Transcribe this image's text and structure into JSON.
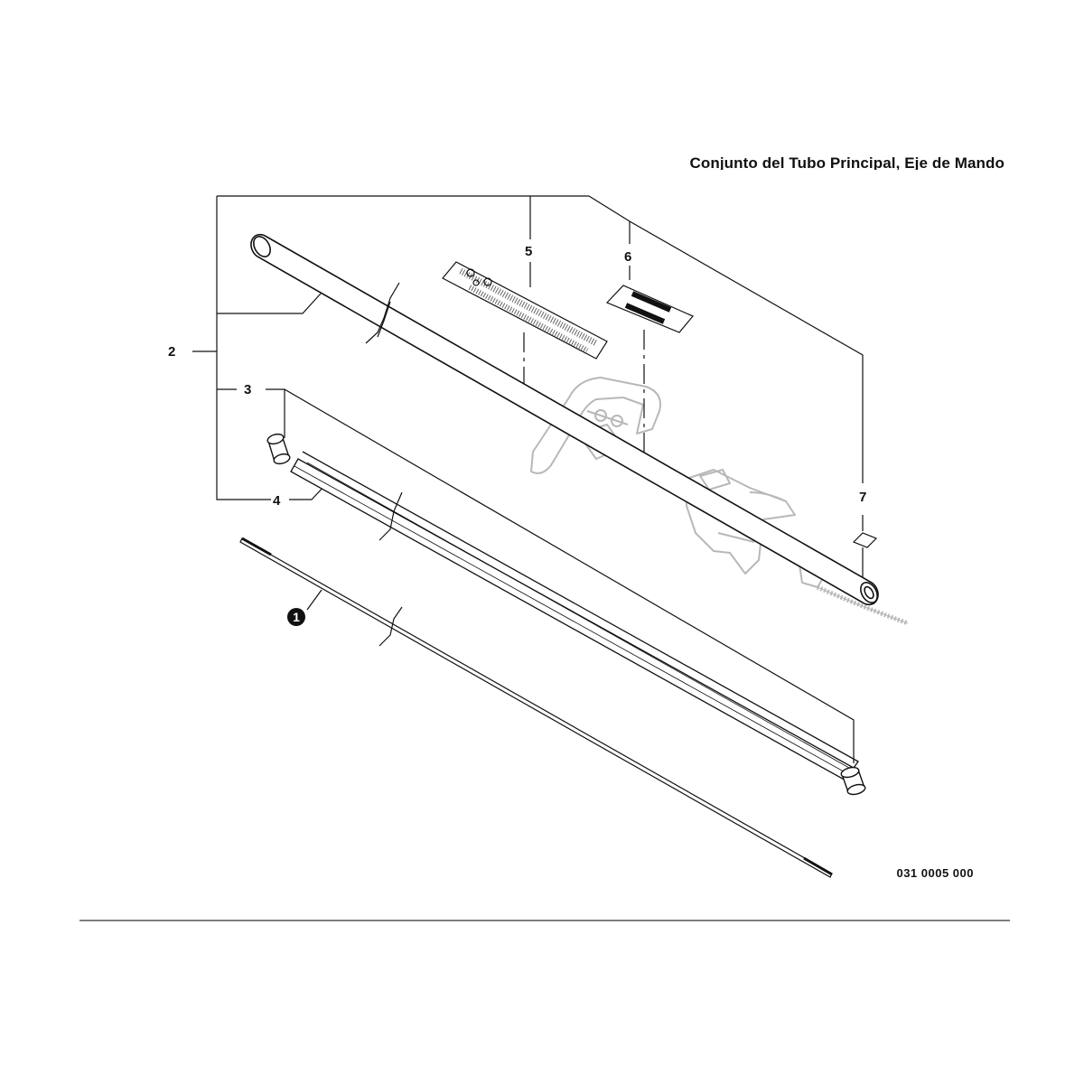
{
  "header": {
    "title": "Conjunto del Tubo Principal, Eje de Mando"
  },
  "footer": {
    "catalog_number": "031 0005 000"
  },
  "callouts": [
    {
      "id": "1",
      "label": "1",
      "style": "filled-circle"
    },
    {
      "id": "2",
      "label": "2"
    },
    {
      "id": "3",
      "label": "3"
    },
    {
      "id": "4",
      "label": "4"
    },
    {
      "id": "5",
      "label": "5"
    },
    {
      "id": "6",
      "label": "6"
    },
    {
      "id": "7",
      "label": "7"
    }
  ],
  "colors": {
    "line": "#111111",
    "ghost": "#b8b8b8",
    "background": "#ffffff"
  }
}
